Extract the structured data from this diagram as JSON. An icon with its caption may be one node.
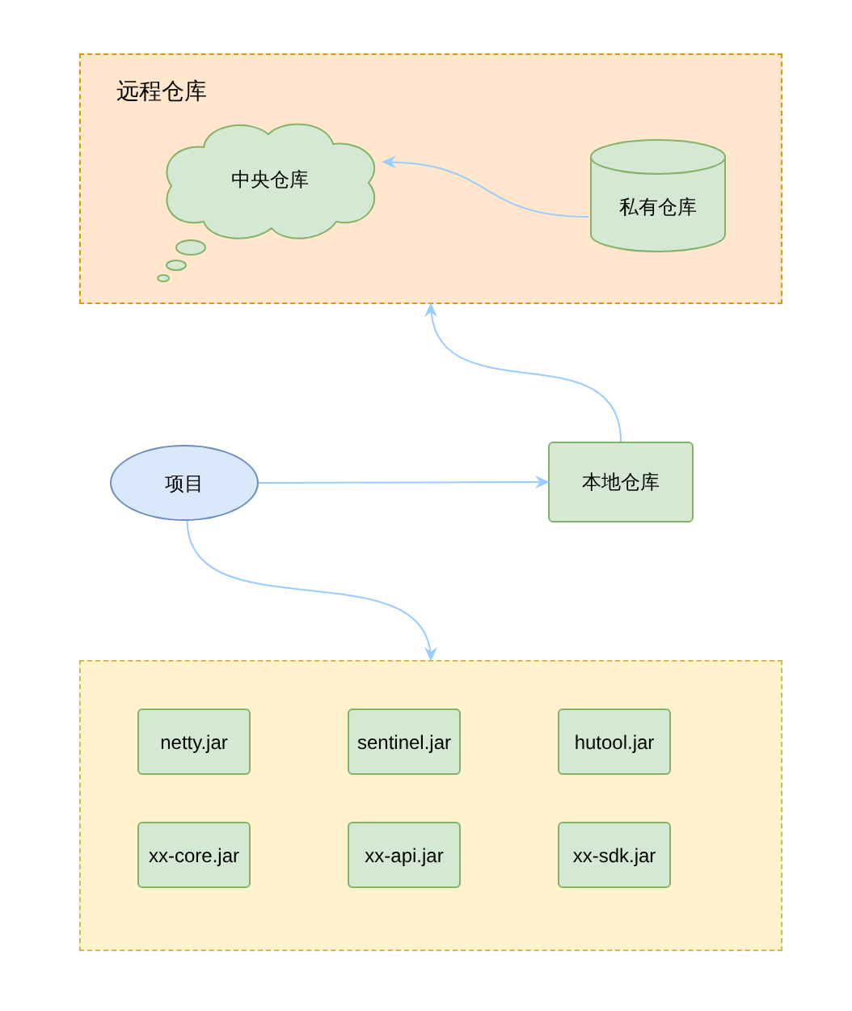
{
  "diagram": {
    "nodes": [
      {
        "text": [
          "远程仓库"
        ]
      },
      {
        "text": [
          "中央仓库"
        ],
        "in": 0
      },
      {
        "text": [
          "私有仓库"
        ],
        "in": 0
      },
      {
        "text": [
          "项目"
        ]
      },
      {
        "text": [
          "本地仓库"
        ]
      },
      {
        "text": [],
        "shape": "box"
      },
      {
        "text": [
          "netty.jar"
        ],
        "in": 5
      },
      {
        "text": [
          "sentinel.jar"
        ],
        "in": 5
      },
      {
        "text": [
          "hutool.jar"
        ],
        "in": 5
      },
      {
        "text": [
          "xx-core.jar"
        ],
        "in": 5
      },
      {
        "text": [
          "xx-api.jar"
        ],
        "in": 5
      },
      {
        "text": [
          "xx-sdk.jar"
        ],
        "in": 5
      }
    ],
    "edges": [
      {
        "from": 2,
        "to": 1,
        "arrow": "to"
      },
      {
        "from": 3,
        "to": 4,
        "arrow": "to"
      },
      {
        "from": 4,
        "to": 0,
        "arrow": "to"
      },
      {
        "from": 3,
        "to": 5,
        "arrow": "to"
      }
    ]
  }
}
